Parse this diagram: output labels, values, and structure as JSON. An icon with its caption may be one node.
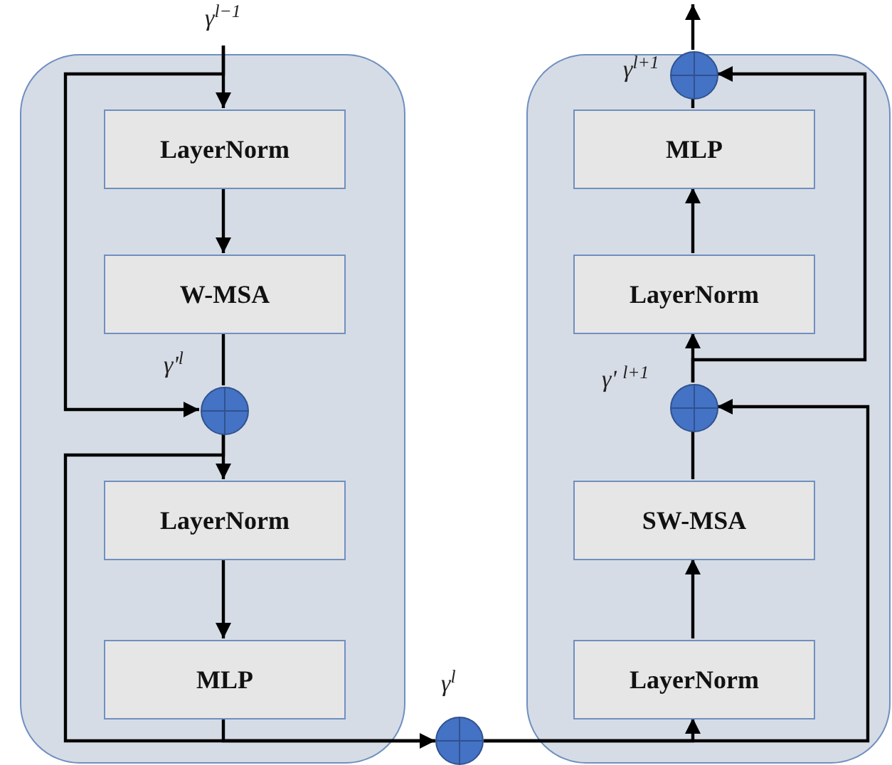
{
  "diagram": {
    "nodes": [
      {
        "text": [],
        "shape": "box"
      },
      {
        "text": [],
        "shape": "box"
      },
      {
        "text": [
          "LayerNorm"
        ],
        "in": 0
      },
      {
        "text": [
          "W-MSA"
        ],
        "in": 0
      },
      {
        "text": [],
        "shape": "circle",
        "in": 0,
        "beside": [
          "γ'$^{l}$"
        ]
      },
      {
        "text": [
          "LayerNorm"
        ],
        "in": 0
      },
      {
        "text": [
          "MLP"
        ],
        "in": 0
      },
      {
        "text": [],
        "shape": "circle",
        "in": 1,
        "beside": [
          "γ$^{l+1}$"
        ]
      },
      {
        "text": [
          "MLP"
        ],
        "in": 1
      },
      {
        "text": [
          "LayerNorm"
        ],
        "in": 1
      },
      {
        "text": [],
        "shape": "circle",
        "in": 1,
        "beside": [
          "γ' $^{l+1}$"
        ]
      },
      {
        "text": [
          "SW-MSA"
        ],
        "in": 1
      },
      {
        "text": [
          "LayerNorm"
        ],
        "in": 1
      },
      {
        "text": [],
        "shape": "circle",
        "beside": [
          "γ$^{l}$"
        ]
      }
    ],
    "edges": [
      {
        "from": null,
        "to": 2,
        "arrow": "to",
        "label": "γ$^{l−1}$"
      },
      {
        "from": 2,
        "to": 3,
        "arrow": "to"
      },
      {
        "from": 3,
        "to": 4,
        "arrow": "none"
      },
      {
        "from": null,
        "to": 4,
        "arrow": "to"
      },
      {
        "from": 4,
        "to": 5,
        "arrow": "to"
      },
      {
        "from": 4,
        "to": 13,
        "arrow": "to"
      },
      {
        "from": 5,
        "to": 6,
        "arrow": "to"
      },
      {
        "from": 6,
        "to": 13,
        "arrow": "none"
      },
      {
        "from": 13,
        "to": 12,
        "arrow": "to"
      },
      {
        "from": 13,
        "to": 10,
        "arrow": "to"
      },
      {
        "from": 12,
        "to": 11,
        "arrow": "to"
      },
      {
        "from": 11,
        "to": 10,
        "arrow": "none"
      },
      {
        "from": 10,
        "to": 9,
        "arrow": "to"
      },
      {
        "from": 10,
        "to": 7,
        "arrow": "to"
      },
      {
        "from": 9,
        "to": 8,
        "arrow": "to"
      },
      {
        "from": 8,
        "to": 7,
        "arrow": "none"
      },
      {
        "from": 7,
        "to": null,
        "arrow": "to"
      }
    ]
  }
}
